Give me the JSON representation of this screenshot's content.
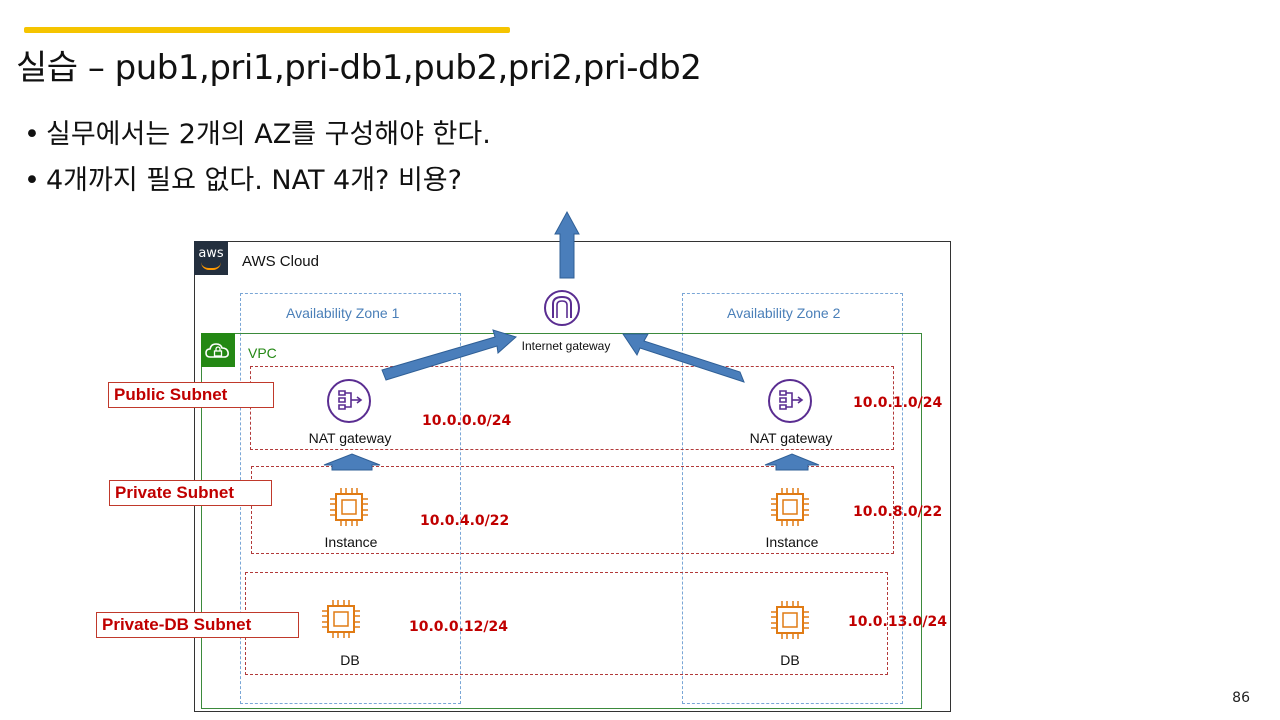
{
  "slide": {
    "title": "실습 – pub1,pri1,pri-db1,pub2,pri2,pri-db2",
    "bullets": [
      "실무에서는 2개의 AZ를 구성해야 한다.",
      "4개까지 필요 없다. NAT 4개?  비용?"
    ],
    "page_number": "86",
    "accent_color": "#f5c400"
  },
  "diagram": {
    "aws_logo_text": "aws",
    "cloud_label": "AWS Cloud",
    "vpc_label": "VPC",
    "az1_label": "Availability Zone 1",
    "az2_label": "Availability Zone 2",
    "igw_label": "Internet gateway",
    "subnets": {
      "public": "Public Subnet",
      "private": "Private Subnet",
      "db": "Private-DB Subnet"
    },
    "components": {
      "nat1": "NAT gateway",
      "nat2": "NAT gateway",
      "inst1": "Instance",
      "inst2": "Instance",
      "db1": "DB",
      "db2": "DB"
    },
    "cidrs": {
      "pub1": "10.0.0.0/24",
      "pub2": "10.0.1.0/24",
      "pri1": "10.0.4.0/22",
      "pri2": "10.0.8.0/22",
      "db1": "10.0.0.12/24",
      "db2": "10.0.13.0/24"
    },
    "colors": {
      "arrow": "#4a7ebb",
      "nat_icon": "#5a2d91",
      "compute_icon": "#e07b14",
      "cidr_text": "#c00000",
      "vpc": "#248814"
    }
  }
}
